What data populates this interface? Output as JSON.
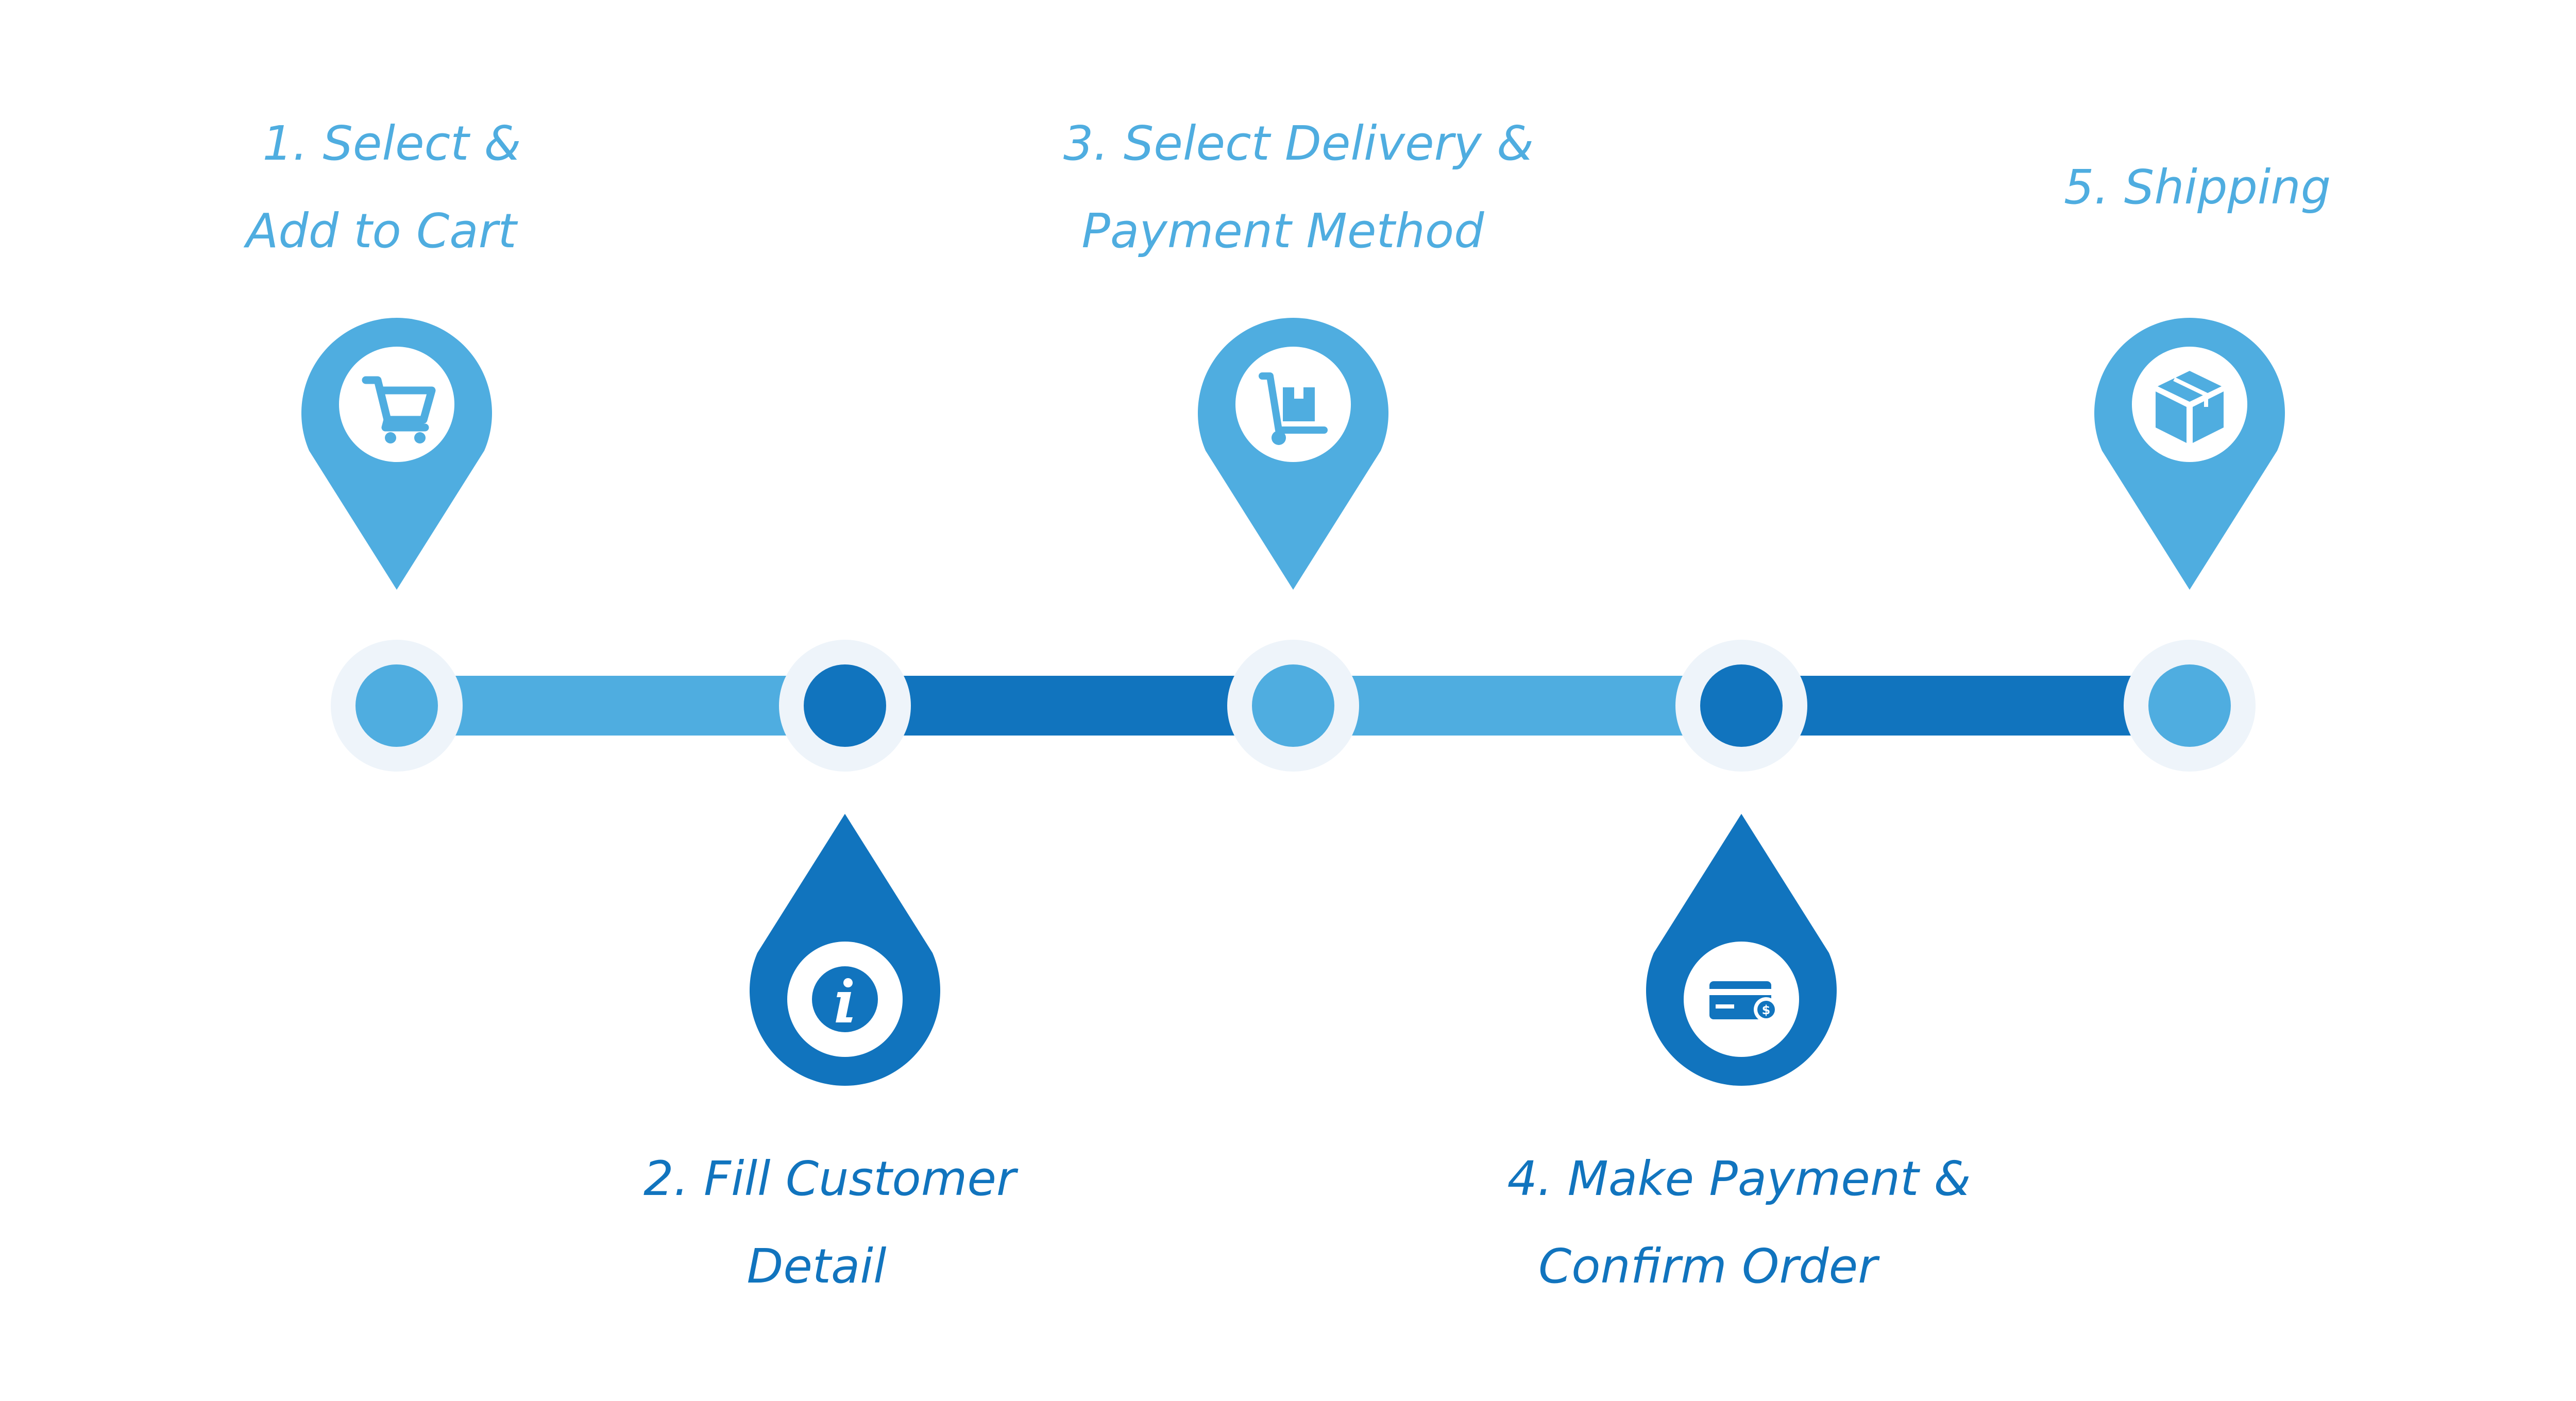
{
  "colors": {
    "light": "#4FADE0",
    "dark": "#1174BE",
    "halo": "#EEF4FA",
    "icon_bg": "#FFFFFF"
  },
  "steps": [
    {
      "lines": [
        "1. Select &",
        "Add to Cart"
      ],
      "icon": "shopping-cart-icon",
      "tone": "light",
      "position": "above"
    },
    {
      "lines": [
        "2. Fill Customer",
        "Detail"
      ],
      "icon": "info-icon",
      "tone": "dark",
      "position": "below"
    },
    {
      "lines": [
        "3. Select Delivery &",
        "Payment Method"
      ],
      "icon": "hand-truck-icon",
      "tone": "light",
      "position": "above"
    },
    {
      "lines": [
        "4. Make Payment &",
        "Confirm Order"
      ],
      "icon": "credit-card-icon",
      "tone": "dark",
      "position": "below"
    },
    {
      "lines": [
        "5. Shipping"
      ],
      "icon": "package-box-icon",
      "tone": "light",
      "position": "above"
    }
  ]
}
